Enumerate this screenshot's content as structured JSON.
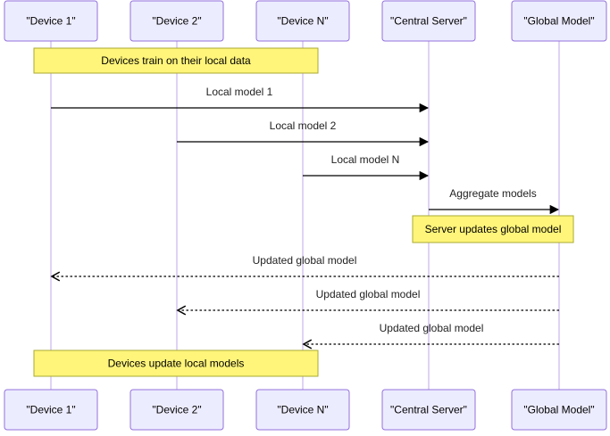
{
  "participants": [
    {
      "id": "d1",
      "label": "\"Device 1\""
    },
    {
      "id": "d2",
      "label": "\"Device 2\""
    },
    {
      "id": "dn",
      "label": "\"Device N\""
    },
    {
      "id": "cs",
      "label": "\"Central Server\""
    },
    {
      "id": "gm",
      "label": "\"Global Model\""
    }
  ],
  "notes": [
    {
      "label": "Devices train on their local data"
    },
    {
      "label": "Server updates global model"
    },
    {
      "label": "Devices update local models"
    }
  ],
  "messages": [
    {
      "from": "d1",
      "to": "cs",
      "label": "Local model 1",
      "style": "solid"
    },
    {
      "from": "d2",
      "to": "cs",
      "label": "Local model 2",
      "style": "solid"
    },
    {
      "from": "dn",
      "to": "cs",
      "label": "Local model N",
      "style": "solid"
    },
    {
      "from": "cs",
      "to": "gm",
      "label": "Aggregate models",
      "style": "solid"
    },
    {
      "from": "gm",
      "to": "d1",
      "label": "Updated global model",
      "style": "dotted"
    },
    {
      "from": "gm",
      "to": "d2",
      "label": "Updated global model",
      "style": "dotted"
    },
    {
      "from": "gm",
      "to": "dn",
      "label": "Updated global model",
      "style": "dotted"
    }
  ]
}
